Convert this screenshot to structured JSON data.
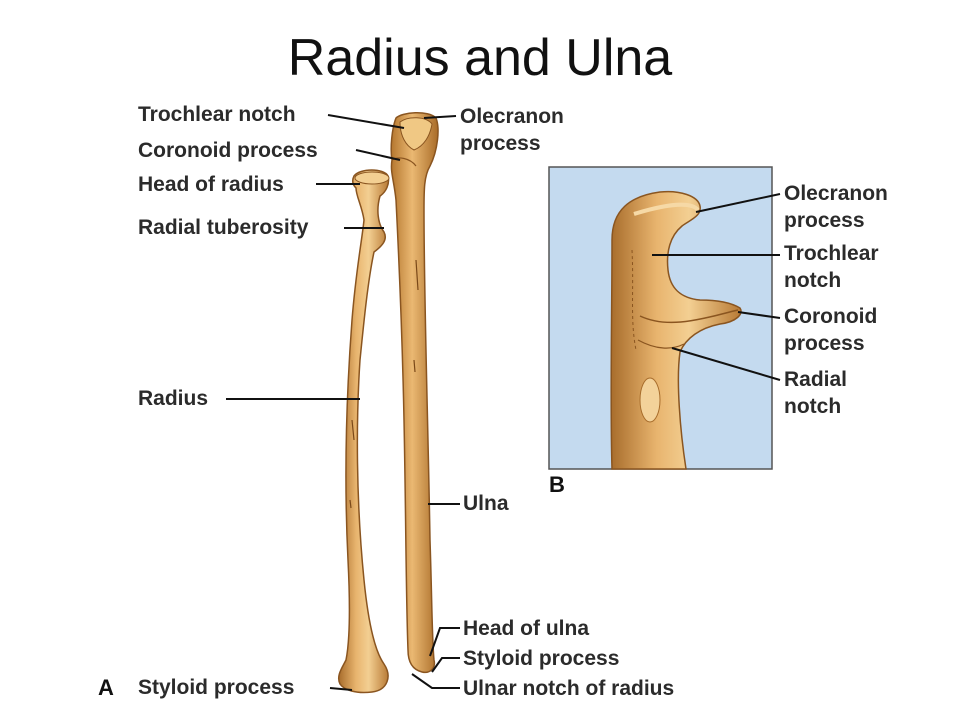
{
  "title": "Radius and Ulna",
  "panel_a": {
    "letter": "A",
    "labels": {
      "trochlear_notch": "Trochlear notch",
      "olecranon_process": "Olecranon\nprocess",
      "coronoid_process": "Coronoid process",
      "head_of_radius": "Head of radius",
      "radial_tuberosity": "Radial tuberosity",
      "radius": "Radius",
      "ulna": "Ulna",
      "head_of_ulna": "Head of ulna",
      "styloid_process_ulna": "Styloid process",
      "styloid_process_radius": "Styloid process",
      "ulnar_notch_of_radius": "Ulnar notch of radius"
    }
  },
  "panel_b": {
    "letter": "B",
    "labels": {
      "olecranon_process": "Olecranon\nprocess",
      "trochlear_notch": "Trochlear\nnotch",
      "coronoid_process": "Coronoid\nprocess",
      "radial_notch": "Radial\nnotch"
    }
  },
  "colors": {
    "bone": "#d9a460",
    "bone_dark": "#a86d2c",
    "bone_light": "#f3cf92",
    "inset_bg": "#c4daef"
  }
}
